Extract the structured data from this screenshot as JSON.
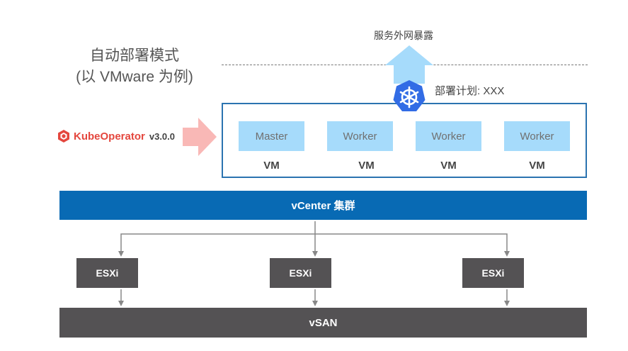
{
  "title": {
    "line1": "自动部署模式",
    "line2": "(以 VMware 为例)"
  },
  "exposure_label": "服务外网暴露",
  "deploy_plan_label": "部署计划: XXX",
  "logo": {
    "name": "KubeOperator",
    "version": "v3.0.0",
    "brand_color": "#e4473e"
  },
  "vm_nodes": [
    {
      "role": "Master",
      "host": "VM"
    },
    {
      "role": "Worker",
      "host": "VM"
    },
    {
      "role": "Worker",
      "host": "VM"
    },
    {
      "role": "Worker",
      "host": "VM"
    }
  ],
  "vcenter_label": "vCenter 集群",
  "esxi_hosts": [
    "ESXi",
    "ESXi",
    "ESXi"
  ],
  "storage_label": "vSAN",
  "colors": {
    "vcenter": "#086ab4",
    "node_fill": "#a6dbfb",
    "dark_block": "#545254",
    "kubernetes": "#326ce5",
    "arrow_pink": "#f9b8b6",
    "arrow_blue": "#a6dbfb"
  }
}
